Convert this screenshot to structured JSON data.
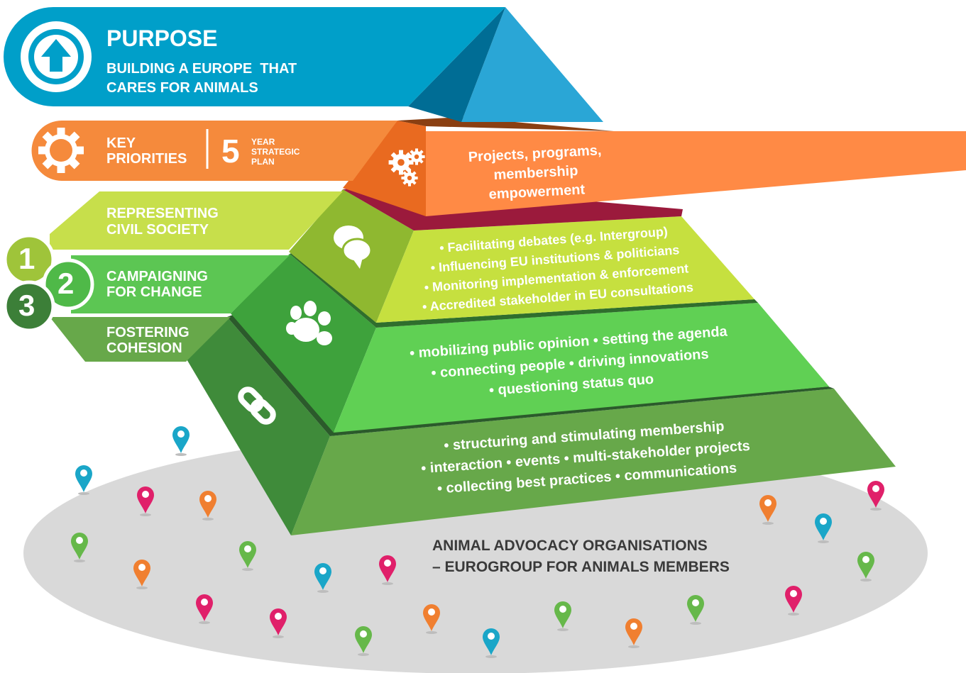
{
  "colors": {
    "purpose": "#009fc9",
    "priorities": "#f58a3c",
    "civil_society": "#b7d334",
    "campaigning": "#55c047",
    "cohesion": "#4c9a42",
    "ground": "#d8d8d8"
  },
  "purpose": {
    "title": "PURPOSE",
    "line1": "BUILDING A EUROPE  THAT",
    "line2": "CARES FOR ANIMALS",
    "icon": "up-arrow-icon"
  },
  "priorities": {
    "icon_number": "5",
    "key": "KEY",
    "priorities": "PRIORITIES",
    "year_number": "5",
    "year": "YEAR",
    "strategic": "STRATEGIC",
    "plan": "PLAN",
    "tier_lines": [
      "Projects, programs,",
      "membership",
      "empowerment"
    ],
    "tier_icon": "gears-icon"
  },
  "pillars": [
    {
      "number": "1",
      "line1": "REPRESENTING",
      "line2": "CIVIL SOCIETY",
      "tier_icon": "speech-bubbles-icon",
      "tier_lines": [
        "• Facilitating debates (e.g. Intergroup)",
        "• Influencing EU institutions & politicians",
        "• Monitoring implementation & enforcement",
        "• Accredited stakeholder in EU consultations"
      ]
    },
    {
      "number": "2",
      "line1": "CAMPAIGNING",
      "line2": "FOR CHANGE",
      "tier_icon": "paw-icon",
      "tier_lines": [
        "• mobilizing public opinion • setting the agenda",
        "• connecting people • driving innovations",
        "• questioning status quo"
      ]
    },
    {
      "number": "3",
      "line1": "FOSTERING",
      "line2": "COHESION",
      "tier_icon": "chain-link-icon",
      "tier_lines": [
        "• structuring and stimulating membership",
        "• interaction • events • multi-stakeholder projects",
        "• collecting best practices • communications"
      ]
    }
  ],
  "base": {
    "line1": "ANIMAL ADVOCACY ORGANISATIONS",
    "line2": "– EUROGROUP FOR ANIMALS MEMBERS",
    "marker_icon": "map-pin-icon",
    "marker_colors": [
      "#1aa6c8",
      "#e0206a",
      "#f07f30",
      "#66b84a"
    ]
  }
}
